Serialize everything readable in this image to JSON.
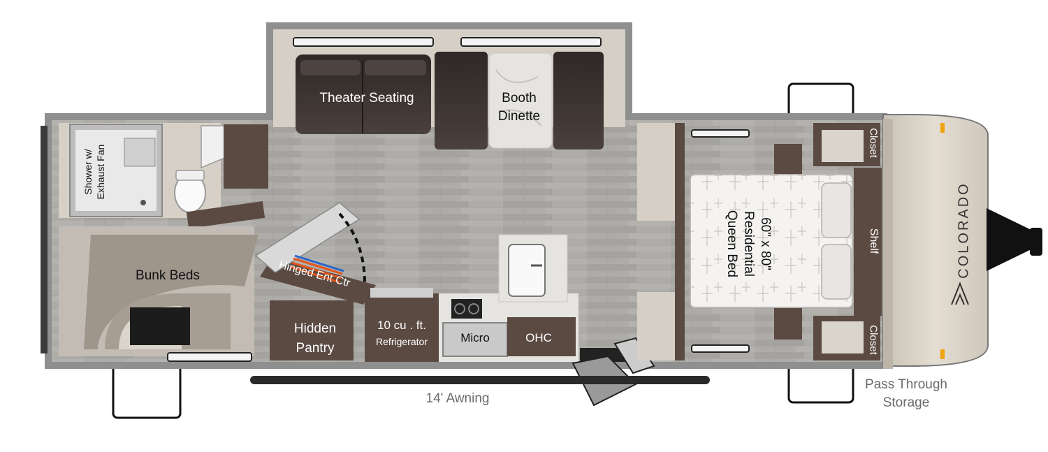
{
  "brand": "COLORADO",
  "labels": {
    "theater_seating": "Theater Seating",
    "booth": "Booth",
    "dinette": "Dinette",
    "shower_line1": "Shower w/",
    "shower_line2": "Exhaust Fan",
    "bunk_beds": "Bunk Beds",
    "hinged_ent_ctr": "Hinged Ent Ctr",
    "hidden": "Hidden",
    "pantry": "Pantry",
    "fridge_line1": "10 cu . ft.",
    "fridge_line2": "Refrigerator",
    "micro": "Micro",
    "ohc": "OHC",
    "bed_line1": "60\" x 80\"",
    "bed_line2": "Residential",
    "bed_line3": "Queen Bed",
    "closet_top": "Closet",
    "shelf": "Shelf",
    "closet_bottom": "Closet",
    "awning": "14' Awning",
    "pass_through_line1": "Pass Through",
    "pass_through_line2": "Storage"
  },
  "colors": {
    "wall": "#8f8f8f",
    "floor": "#a9a7a3",
    "wood": "#5a4a42",
    "seat": "#3b3432",
    "front_cap": "#d8d0c4"
  }
}
